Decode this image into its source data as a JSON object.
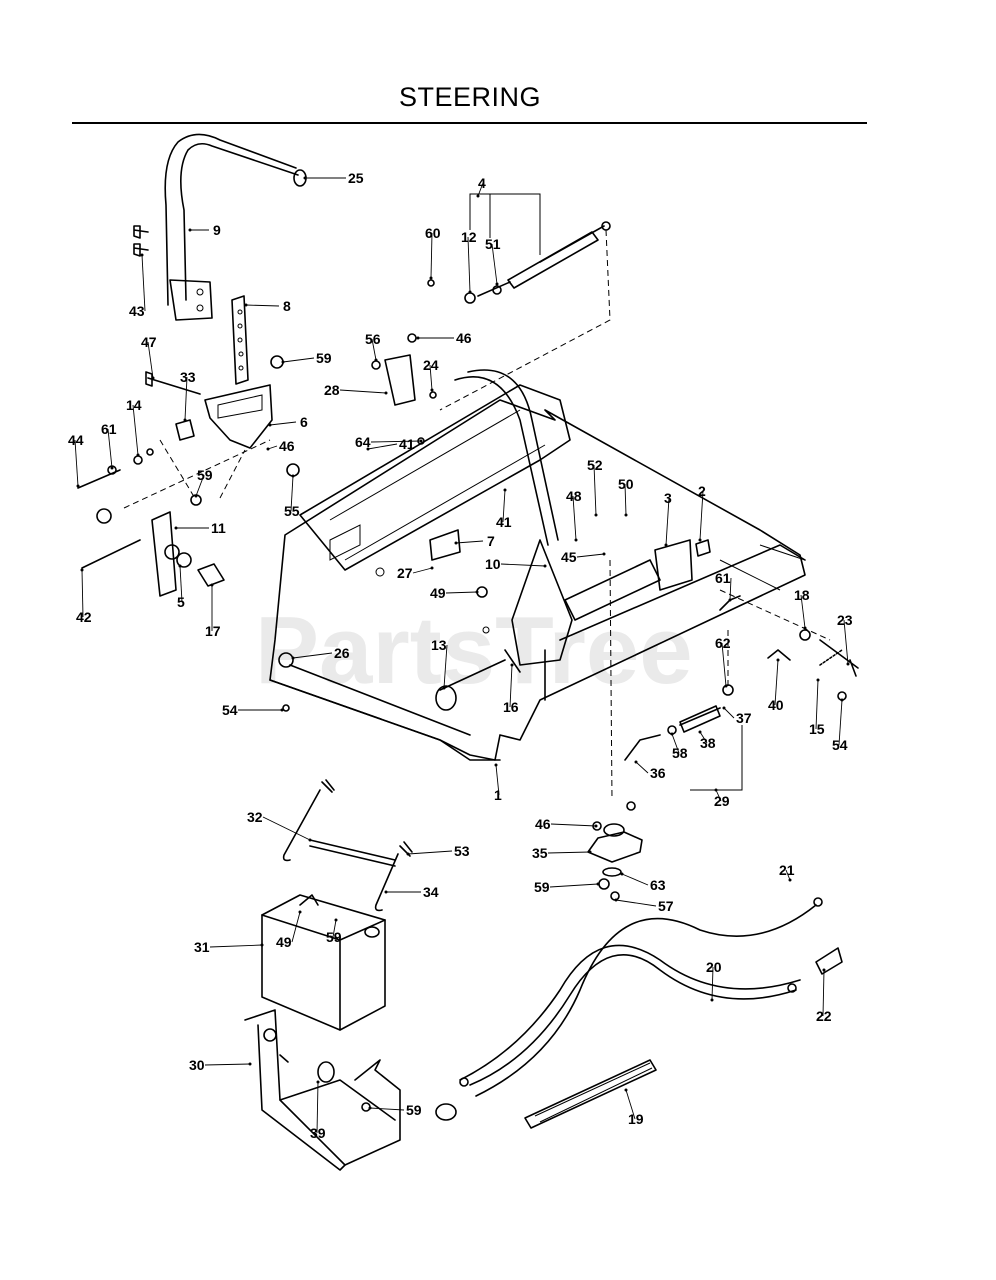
{
  "title": "STEERING",
  "watermark": "PartsTree",
  "callouts": [
    {
      "id": "c25",
      "text": "25"
    },
    {
      "id": "c9",
      "text": "9"
    },
    {
      "id": "c43",
      "text": "43"
    },
    {
      "id": "c8",
      "text": "8"
    },
    {
      "id": "c47",
      "text": "47"
    },
    {
      "id": "c33",
      "text": "33"
    },
    {
      "id": "c59a",
      "text": "59"
    },
    {
      "id": "c14",
      "text": "14"
    },
    {
      "id": "c61a",
      "text": "61"
    },
    {
      "id": "c44",
      "text": "44"
    },
    {
      "id": "c6",
      "text": "6"
    },
    {
      "id": "c46a",
      "text": "46"
    },
    {
      "id": "c59b",
      "text": "59"
    },
    {
      "id": "c55",
      "text": "55"
    },
    {
      "id": "c11",
      "text": "11"
    },
    {
      "id": "c42",
      "text": "42"
    },
    {
      "id": "c5",
      "text": "5"
    },
    {
      "id": "c17",
      "text": "17"
    },
    {
      "id": "c4",
      "text": "4"
    },
    {
      "id": "c60",
      "text": "60"
    },
    {
      "id": "c51",
      "text": "51"
    },
    {
      "id": "c12",
      "text": "12"
    },
    {
      "id": "c56",
      "text": "56"
    },
    {
      "id": "c46b",
      "text": "46"
    },
    {
      "id": "c28",
      "text": "28"
    },
    {
      "id": "c24",
      "text": "24"
    },
    {
      "id": "c64",
      "text": "64"
    },
    {
      "id": "c41a",
      "text": "41"
    },
    {
      "id": "c41b",
      "text": "41"
    },
    {
      "id": "c7",
      "text": "7"
    },
    {
      "id": "c27",
      "text": "27"
    },
    {
      "id": "c49a",
      "text": "49"
    },
    {
      "id": "c52",
      "text": "52"
    },
    {
      "id": "c50",
      "text": "50"
    },
    {
      "id": "c48",
      "text": "48"
    },
    {
      "id": "c3",
      "text": "3"
    },
    {
      "id": "c2",
      "text": "2"
    },
    {
      "id": "c45",
      "text": "45"
    },
    {
      "id": "c10",
      "text": "10"
    },
    {
      "id": "c61b",
      "text": "61"
    },
    {
      "id": "c18",
      "text": "18"
    },
    {
      "id": "c23",
      "text": "23"
    },
    {
      "id": "c62",
      "text": "62"
    },
    {
      "id": "c13",
      "text": "13"
    },
    {
      "id": "c26",
      "text": "26"
    },
    {
      "id": "c16",
      "text": "16"
    },
    {
      "id": "c54a",
      "text": "54"
    },
    {
      "id": "c37",
      "text": "37"
    },
    {
      "id": "c40",
      "text": "40"
    },
    {
      "id": "c15",
      "text": "15"
    },
    {
      "id": "c54b",
      "text": "54"
    },
    {
      "id": "c38",
      "text": "38"
    },
    {
      "id": "c58",
      "text": "58"
    },
    {
      "id": "c36",
      "text": "36"
    },
    {
      "id": "c29",
      "text": "29"
    },
    {
      "id": "c1",
      "text": "1"
    },
    {
      "id": "c32",
      "text": "32"
    },
    {
      "id": "c53",
      "text": "53"
    },
    {
      "id": "c46c",
      "text": "46"
    },
    {
      "id": "c35",
      "text": "35"
    },
    {
      "id": "c59c",
      "text": "59"
    },
    {
      "id": "c63",
      "text": "63"
    },
    {
      "id": "c57",
      "text": "57"
    },
    {
      "id": "c34",
      "text": "34"
    },
    {
      "id": "c21",
      "text": "21"
    },
    {
      "id": "c31",
      "text": "31"
    },
    {
      "id": "c49b",
      "text": "49"
    },
    {
      "id": "c59d",
      "text": "59"
    },
    {
      "id": "c20",
      "text": "20"
    },
    {
      "id": "c22",
      "text": "22"
    },
    {
      "id": "c30",
      "text": "30"
    },
    {
      "id": "c39",
      "text": "39"
    },
    {
      "id": "c59e",
      "text": "59"
    },
    {
      "id": "c19",
      "text": "19"
    }
  ]
}
